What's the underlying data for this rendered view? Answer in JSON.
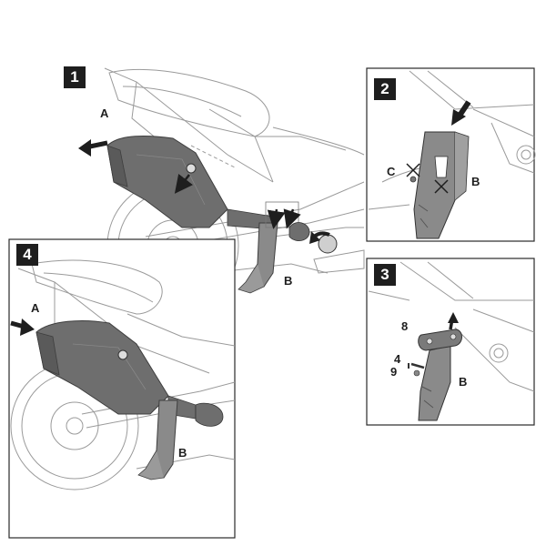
{
  "panels": [
    {
      "number": "1"
    },
    {
      "number": "2"
    },
    {
      "number": "3"
    },
    {
      "number": "4"
    }
  ],
  "labels": {
    "p1_a": "A",
    "p1_b": "B",
    "p2_c": "C",
    "p2_b": "B",
    "p3_8": "8",
    "p3_4": "4",
    "p3_9": "9",
    "p3_b": "B",
    "p4_a": "A",
    "p4_b": "B"
  },
  "colors": {
    "line": "#8a8a8a",
    "part_dark": "#5e5e5e",
    "part_mid": "#7a7a7a",
    "arrow": "#1e1e1e",
    "frame": "#2a2a2a"
  }
}
